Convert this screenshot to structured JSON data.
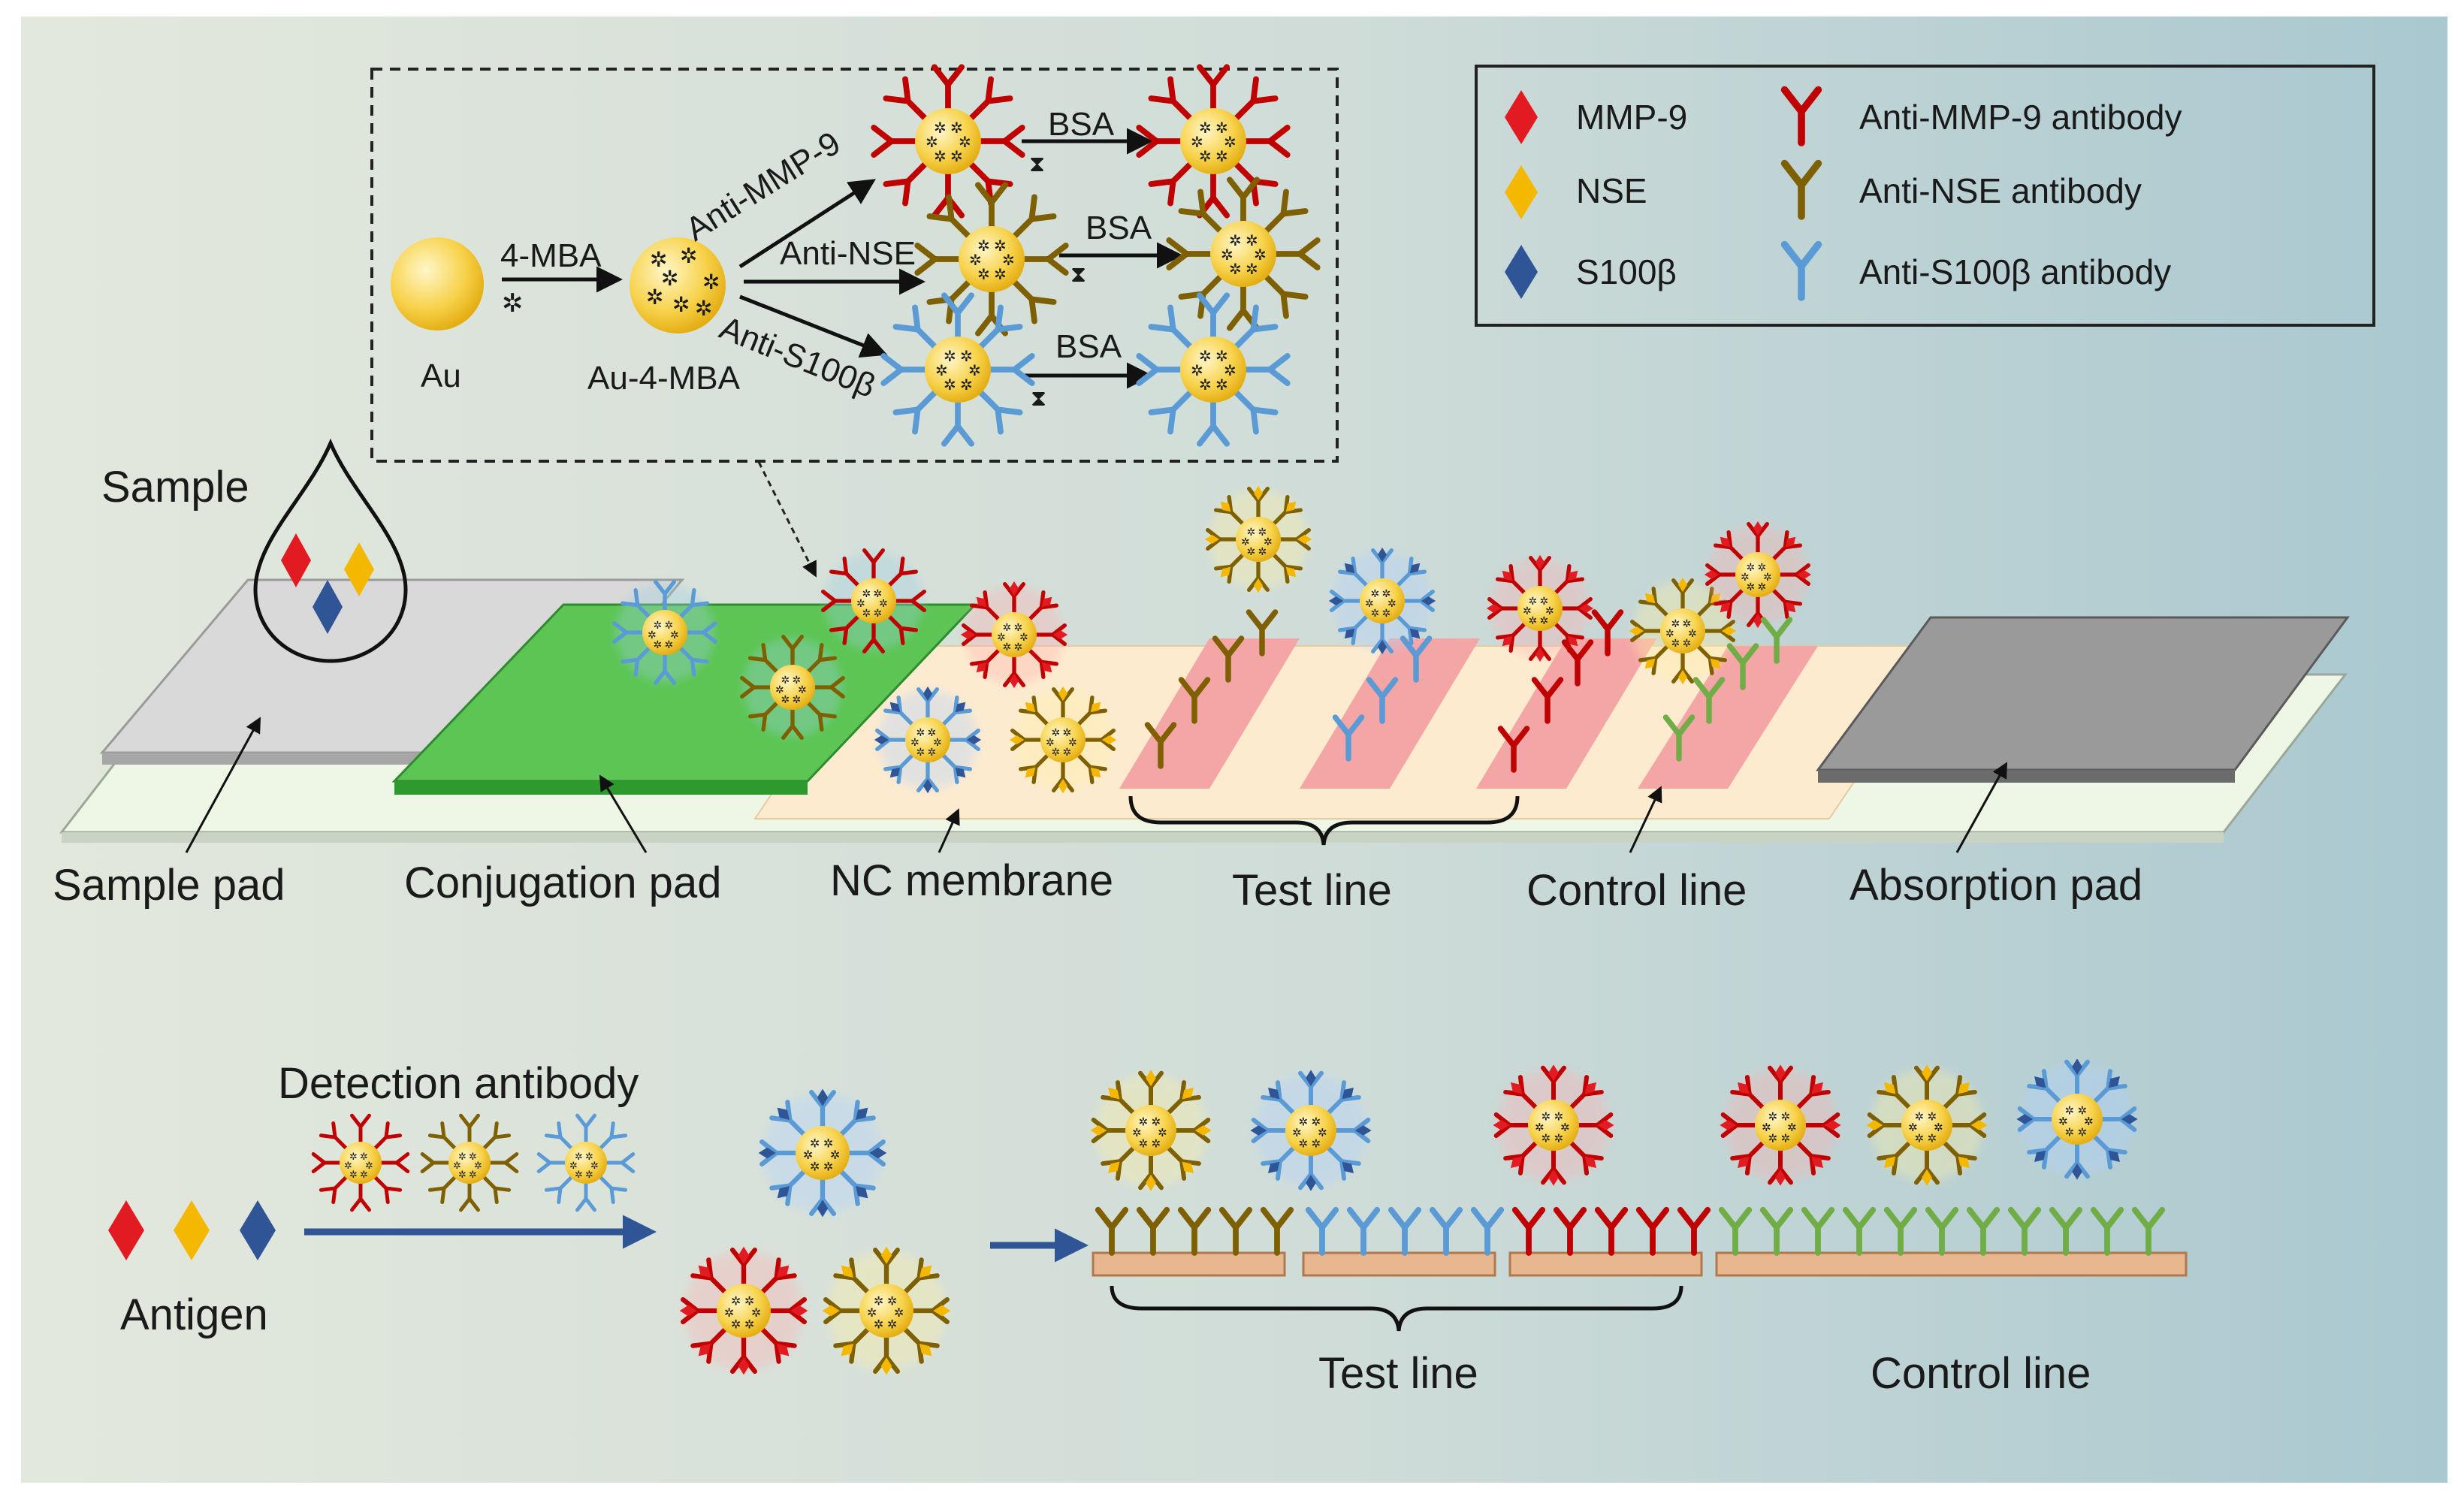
{
  "inset": {
    "au": "Au",
    "mba_step": "4-MBA",
    "au_mba": "Au-4-MBA",
    "anti_mmp9": "Anti-MMP-9",
    "anti_nse": "Anti-NSE",
    "anti_s100b": "Anti-S100β",
    "bsa": "BSA"
  },
  "legend": {
    "mmp9": "MMP-9",
    "nse": "NSE",
    "s100b": "S100β",
    "anti_mmp9_ab": "Anti-MMP-9 antibody",
    "anti_nse_ab": "Anti-NSE antibody",
    "anti_s100b_ab": "Anti-S100β antibody"
  },
  "strip": {
    "sample": "Sample",
    "sample_pad": "Sample pad",
    "conjugation_pad": "Conjugation pad",
    "nc_membrane": "NC membrane",
    "test_line": "Test line",
    "control_line": "Control line",
    "absorption_pad": "Absorption pad"
  },
  "bottom": {
    "detection_antibody": "Detection antibody",
    "antigen": "Antigen",
    "test_line": "Test line",
    "control_line": "Control line"
  },
  "colors": {
    "mmp9": "#e21b23",
    "nse": "#f5b800",
    "s100b": "#2f5597",
    "ab_mmp9": "#c00000",
    "ab_nse": "#7f6000",
    "ab_s100b": "#5b9bd5",
    "ab_control": "#70ad47",
    "conjugation_pad": "#4cbb47",
    "test_stripe": "#f4a6a6",
    "arrow_blue": "#2f5597"
  }
}
